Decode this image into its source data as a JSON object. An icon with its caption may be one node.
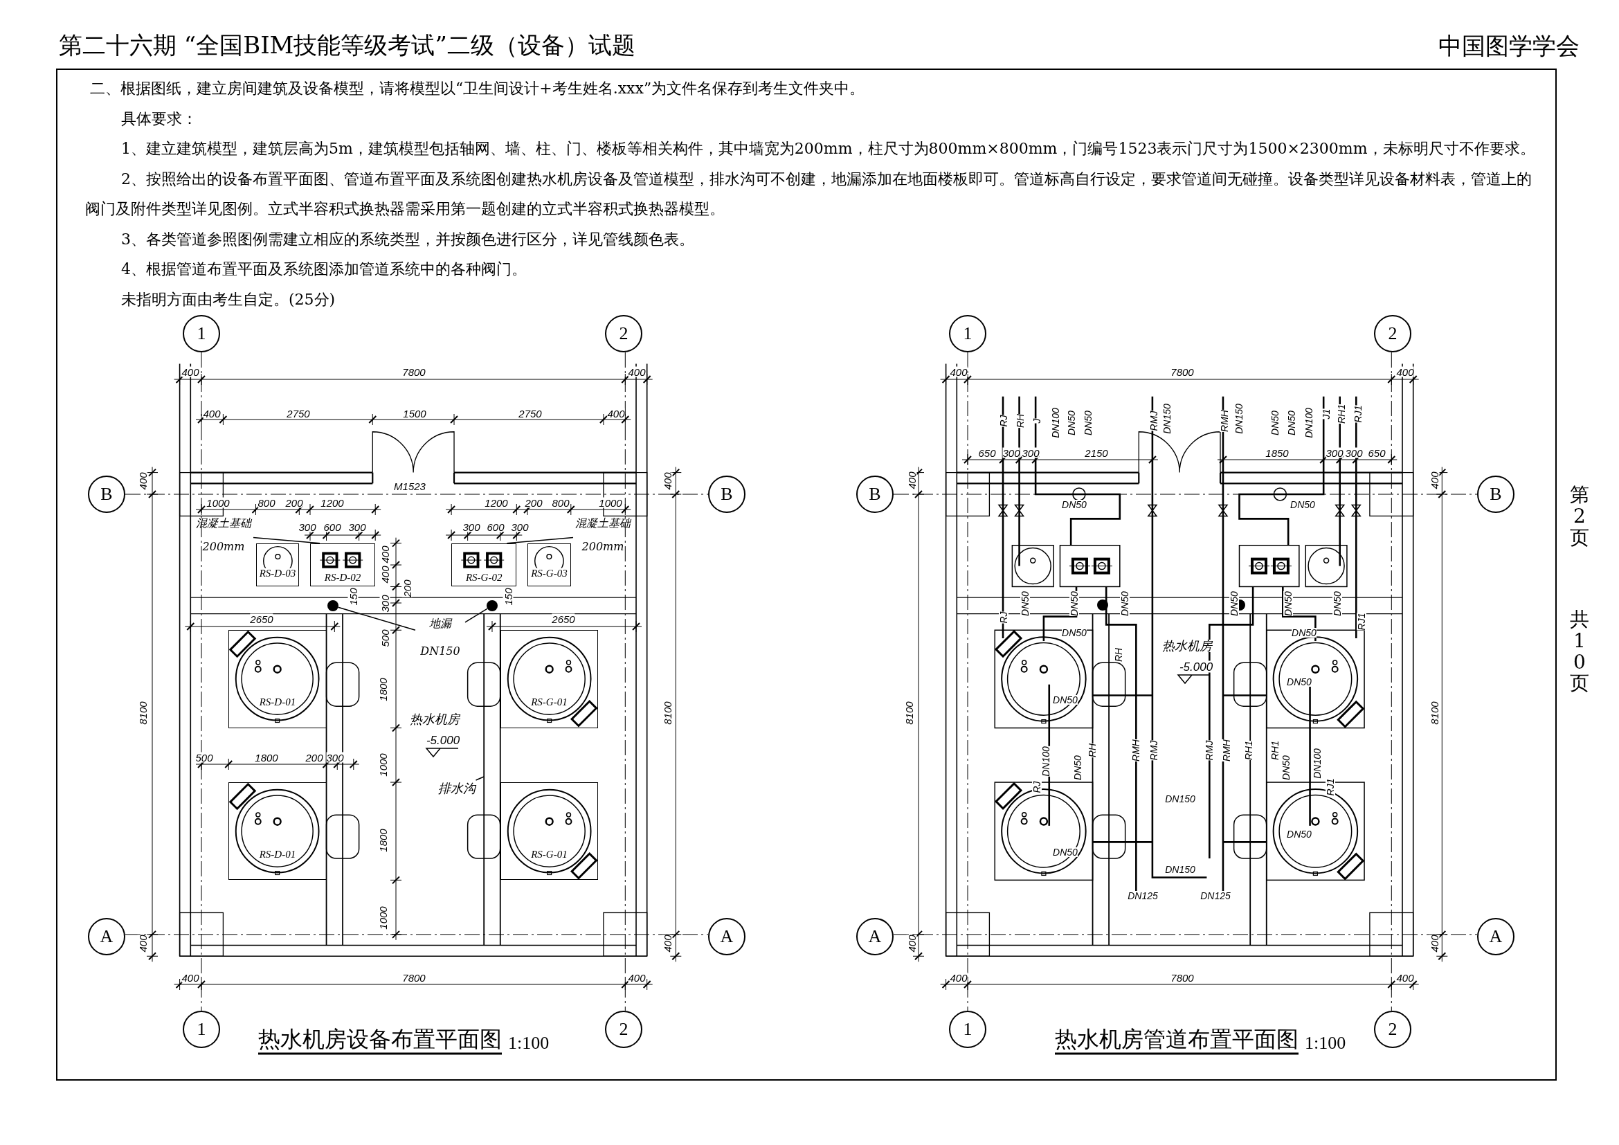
{
  "diagram": {
    "title": "第二十六期 “全国BIM技能等级考试”二级（设备）试题",
    "nodes": [
      {
        "text": [
          "1"
        ]
      },
      {
        "text": [
          "2"
        ]
      },
      {
        "text": [
          "B"
        ]
      },
      {
        "text": [
          "B"
        ]
      },
      {
        "text": [
          "A"
        ]
      },
      {
        "text": [
          "A"
        ]
      },
      {
        "text": [
          "1"
        ]
      },
      {
        "text": [
          "2"
        ]
      },
      {
        "text": [
          "1"
        ]
      },
      {
        "text": [
          "2"
        ]
      },
      {
        "text": [
          "B"
        ]
      },
      {
        "text": [
          "B"
        ]
      },
      {
        "text": [
          "A"
        ]
      },
      {
        "text": [
          "A"
        ]
      },
      {
        "text": [
          "1"
        ]
      },
      {
        "text": [
          "2"
        ]
      },
      {
        "text": [
          "RS-D-03"
        ]
      },
      {
        "text": [
          "RS-D-02"
        ]
      },
      {
        "text": [
          "RS-G-02"
        ]
      },
      {
        "text": [
          "RS-G-03"
        ]
      },
      {
        "text": [
          "RS-D-01"
        ]
      },
      {
        "text": [
          "RS-G-01"
        ]
      },
      {
        "text": [
          "RS-D-01"
        ]
      },
      {
        "text": [
          "RS-G-01"
        ]
      },
      {
        "text": [
          "混凝土基础",
          "200mm"
        ]
      },
      {
        "text": [
          "混凝土基础",
          "200mm"
        ]
      },
      {
        "text": [],
        "shape": "circle"
      },
      {
        "text": [],
        "shape": "circle"
      },
      {
        "text": [
          "地漏",
          "DN150"
        ]
      },
      {
        "text": [
          "排水沟"
        ]
      }
    ],
    "edges": [
      {
        "from": 24,
        "to": 17,
        "arrow": "none"
      },
      {
        "from": 25,
        "to": 18,
        "arrow": "none"
      },
      {
        "from": 28,
        "to": 26,
        "arrow": "none"
      },
      {
        "from": 28,
        "to": 27,
        "arrow": "none"
      },
      {
        "from": 29,
        "to": null,
        "arrow": "none"
      }
    ],
    "labels": [
      "中国图学学会",
      "二、根据图纸，建立房间建筑及设备模型，请将模型以“卫生间设计+考生姓名.xxx”为文件名保存到考生文件夹中。",
      "具体要求：",
      "1、建立建筑模型，建筑层高为5m，建筑模型包括轴网、墙、柱、门、楼板等相关构件，其中墙宽为200mm，柱尺寸为800mm×800mm，门编号1523表示门尺寸为1500×2300mm，未标明尺寸不作要求。",
      "2、按照给出的设备布置平面图、管道布置平面及系统图创建热水机房设备及管道模型，排水沟可不创建，地漏添加在地面楼板即可。管道标高自行设定，要求管道间无碰撞。设备类型详见设备材料表，管道上的阀门及附件类型详见图例。立式半容积式换热器需采用第一题创建的立式半容积式换热器模型。",
      "3、各类管道参照图例需建立相应的系统类型，并按颜色进行区分，详见管线颜色表。",
      "4、根据管道布置平面及系统图添加管道系统中的各种阀门。",
      "未指明方面由考生自定。(25分)",
      "400",
      "7800",
      "400",
      "400",
      "2750",
      "1500",
      "2750",
      "400",
      "400",
      "M1523",
      "400",
      "1000",
      "800",
      "200",
      "1200",
      "1200",
      "200",
      "800",
      "1000",
      "300",
      "600",
      "300",
      "300",
      "600",
      "300",
      "400",
      "400",
      "200",
      "150",
      "300",
      "150",
      "2650",
      "2650",
      "500",
      "1800",
      "8100",
      "8100",
      "热水机房",
      "-5.000",
      "500",
      "1800",
      "200",
      "300",
      "1000",
      "1800",
      "1000",
      "400",
      "400",
      "400",
      "7800",
      "400",
      "热水机房设备布置平面图",
      "1:100",
      "400",
      "7800",
      "400",
      "RJ",
      "RH",
      "J",
      "DN100",
      "DN50",
      "DN50",
      "RMJ",
      "DN150",
      "RMH",
      "DN150",
      "DN50",
      "DN50",
      "DN100",
      "J1",
      "RH1",
      "RJ1",
      "650",
      "300",
      "300",
      "2150",
      "1850",
      "300",
      "300",
      "650",
      "400",
      "400",
      "DN50",
      "DN50",
      "DN50",
      "DN50",
      "DN50",
      "DN50",
      "DN50",
      "DN50",
      "RJ",
      "RJ1",
      "DN50",
      "DN50",
      "热水机房",
      "RH",
      "-5.000",
      "DN50",
      "DN50",
      "8100",
      "8100",
      "RH",
      "RMH",
      "RMJ",
      "RMJ",
      "RMH",
      "RH1",
      "RH1",
      "DN100",
      "DN50",
      "DN50",
      "DN100",
      "RJ",
      "RJ1",
      "DN150",
      "DN50",
      "DN50",
      "DN150",
      "DN125",
      "DN125",
      "400",
      "400",
      "400",
      "7800",
      "400",
      "热水机房管道布置平面图",
      "1:100",
      "第2页",
      "共10页"
    ]
  }
}
